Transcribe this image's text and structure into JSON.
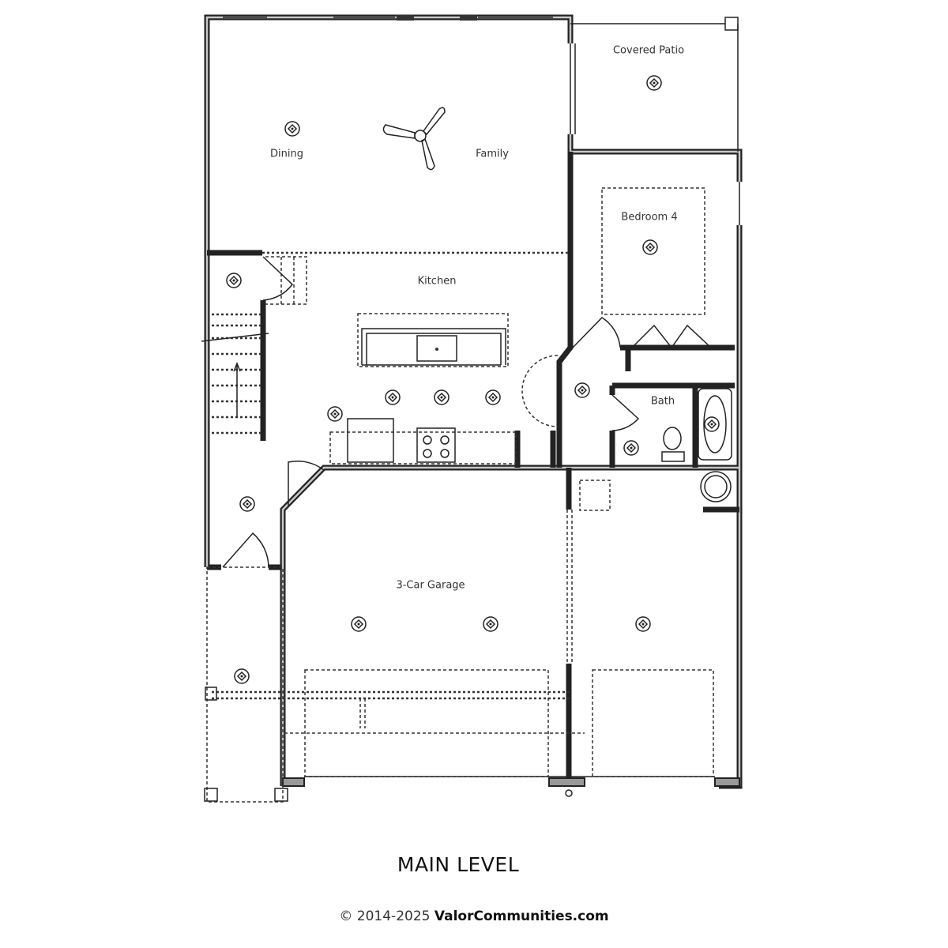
{
  "plan": {
    "title": "MAIN LEVEL",
    "copyright_prefix": "© 2014-2025",
    "copyright_brand": "ValorCommunities.com",
    "rooms": {
      "covered_patio": "Covered Patio",
      "dining": "Dining",
      "family": "Family",
      "bedroom4": "Bedroom 4",
      "kitchen": "Kitchen",
      "bath": "Bath",
      "garage": "3-Car Garage"
    }
  }
}
